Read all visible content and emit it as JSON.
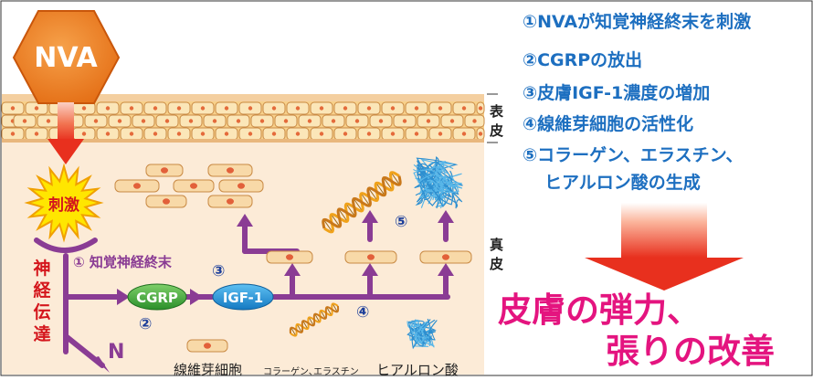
{
  "hexagon_label": "NVA",
  "burst_label": "刺激",
  "skin_label_epidermis": [
    "表",
    "皮"
  ],
  "skin_label_dermis": [
    "真",
    "皮"
  ],
  "nerve_vertical_label": [
    "神",
    "経",
    "伝",
    "達"
  ],
  "nerve_end_label": "① 知覚神経終末",
  "nerve_letter": "N",
  "node_cgrp": "CGRP",
  "node_igf": "IGF-1",
  "marker_2": "②",
  "marker_3": "③",
  "marker_4": "④",
  "marker_5": "⑤",
  "legend": {
    "fibroblast": "線維芽細胞",
    "collagen": "コラーゲン､エラスチン",
    "hyaluronic": "ヒアルロン酸"
  },
  "steps": [
    "①NVAが知覚神経終末を刺激",
    "②CGRPの放出",
    "③皮膚IGF-1濃度の増加",
    "④線維芽細胞の活性化",
    "⑤コラーゲン、エラスチン、",
    "ヒアルロン酸の生成"
  ],
  "conclusion": [
    "皮膚の弾力、",
    "張りの改善"
  ],
  "colors": {
    "purple": "#8a3c94",
    "hexagon": "#e8761c",
    "steps_text": "#1d6fc0",
    "conclusion": "#e4147f",
    "arrow_red": "#e8301e",
    "dermis_bg": "#fcebd7",
    "cgrp_green": "#3aa63a",
    "igf_blue": "#1c8fd6"
  }
}
